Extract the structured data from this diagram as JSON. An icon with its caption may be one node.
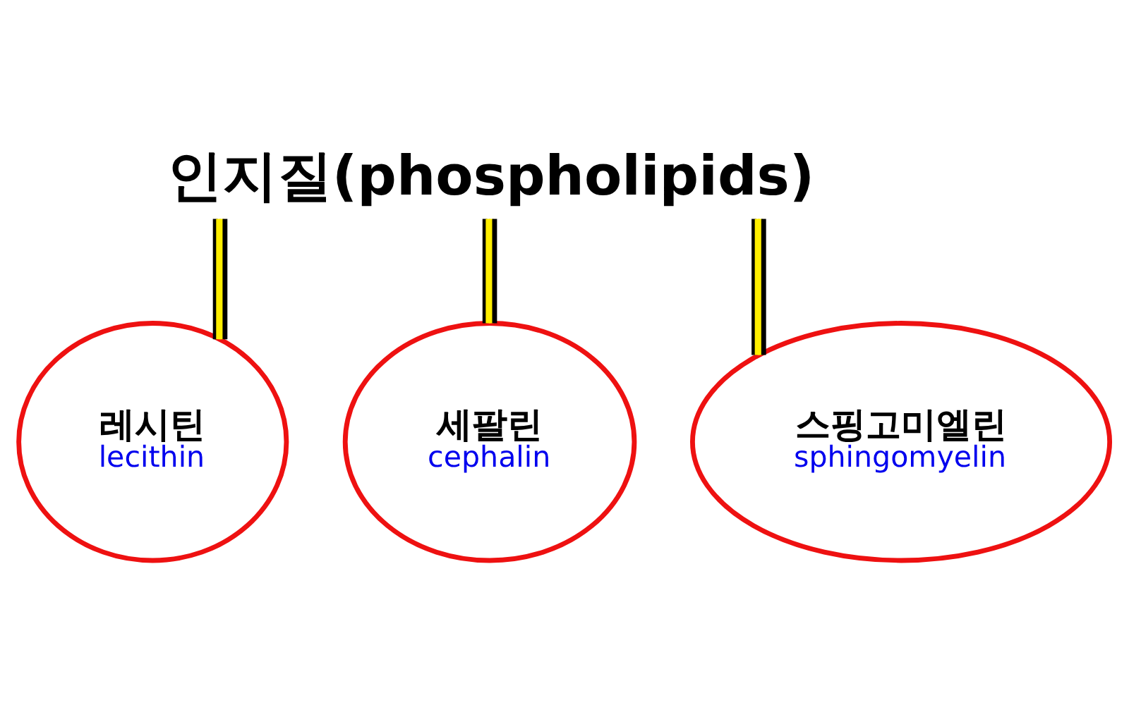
{
  "diagram": {
    "nodes": [
      {
        "text": [
          "인지질(phospholipids)"
        ]
      },
      {
        "text": [
          "레시틴",
          "lecithin"
        ]
      },
      {
        "text": [
          "세팔린",
          "cephalin"
        ]
      },
      {
        "text": [
          "스핑고미엘린",
          "sphingomyelin"
        ]
      }
    ],
    "edges": [
      {
        "from": 0,
        "to": 1,
        "arrow": "none"
      },
      {
        "from": 0,
        "to": 2,
        "arrow": "none"
      },
      {
        "from": 0,
        "to": 3,
        "arrow": "none"
      }
    ]
  }
}
